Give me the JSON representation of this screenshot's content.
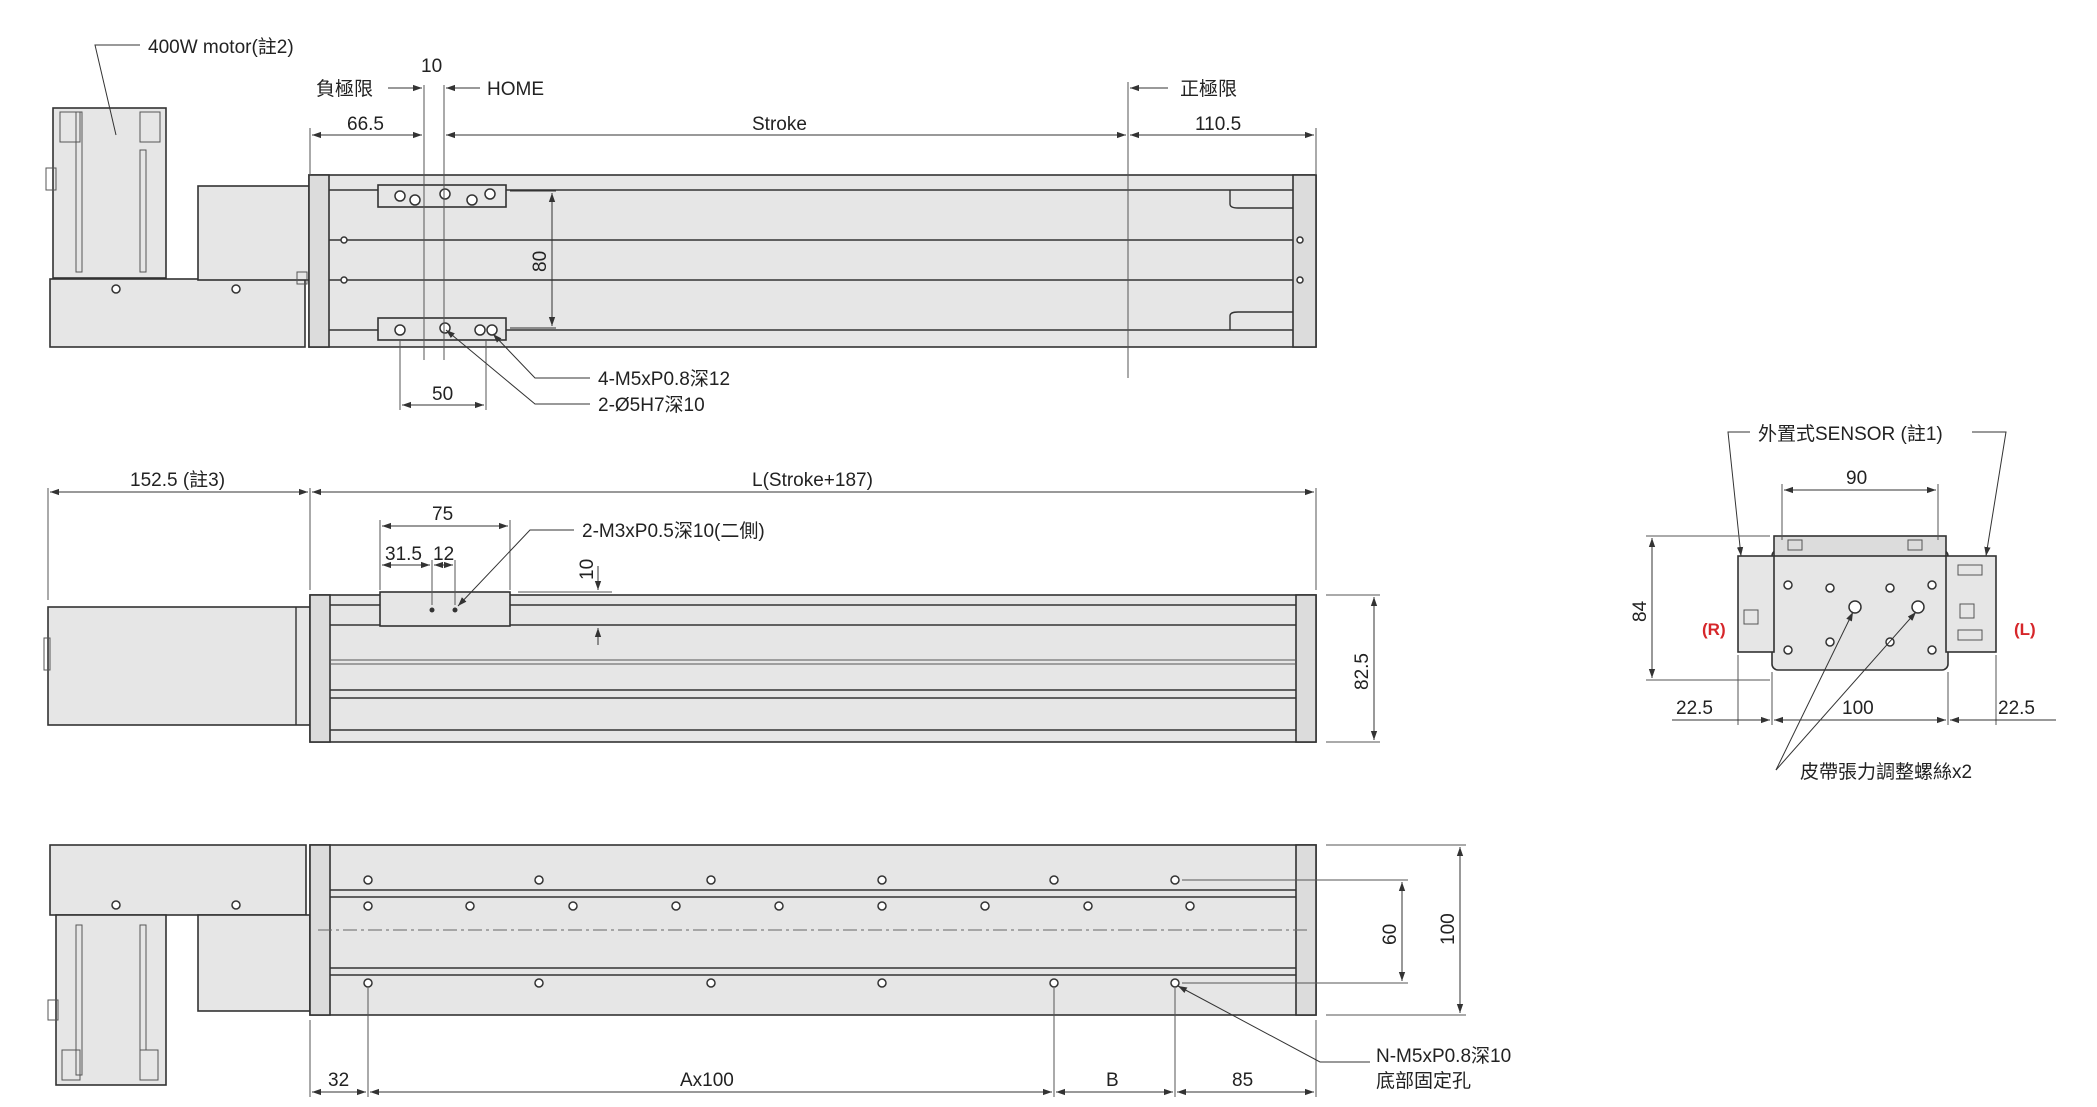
{
  "top_view": {
    "motor_note": "400W motor(註2)",
    "neg_limit": "負極限",
    "dim_10_top": "10",
    "home": "HOME",
    "pos_limit": "正極限",
    "dim_66_5": "66.5",
    "stroke": "Stroke",
    "dim_110_5": "110.5",
    "dim_80": "80",
    "dim_50": "50",
    "tap_note": "4-M5xP0.8深12",
    "pin_note": "2-Ø5H7深10"
  },
  "side_view": {
    "dim_152_5": "152.5 (註3)",
    "length": "L(Stroke+187)",
    "dim_75": "75",
    "dim_31_5": "31.5",
    "dim_12": "12",
    "side_tap_note": "2-M3xP0.5深10(二側)",
    "dim_10_side": "10",
    "dim_82_5": "82.5"
  },
  "bottom_view": {
    "dim_60": "60",
    "dim_100": "100",
    "dim_32": "32",
    "dim_a": "Ax100",
    "dim_b": "B",
    "dim_85": "85",
    "bottom_tap_note": "N-M5xP0.8深10",
    "bottom_hole_label": "底部固定孔"
  },
  "end_view": {
    "sensor_note": "外置式SENSOR (註1)",
    "dim_90": "90",
    "dim_84": "84",
    "left_label": "(R)",
    "right_label": "(L)",
    "dim_22_5_left": "22.5",
    "dim_100_end": "100",
    "dim_22_5_right": "22.5",
    "belt_note": "皮帶張力調整螺絲x2"
  },
  "colors": {
    "line": "#333333",
    "fill": "#e6e6e6",
    "accent": "#d6262a"
  }
}
